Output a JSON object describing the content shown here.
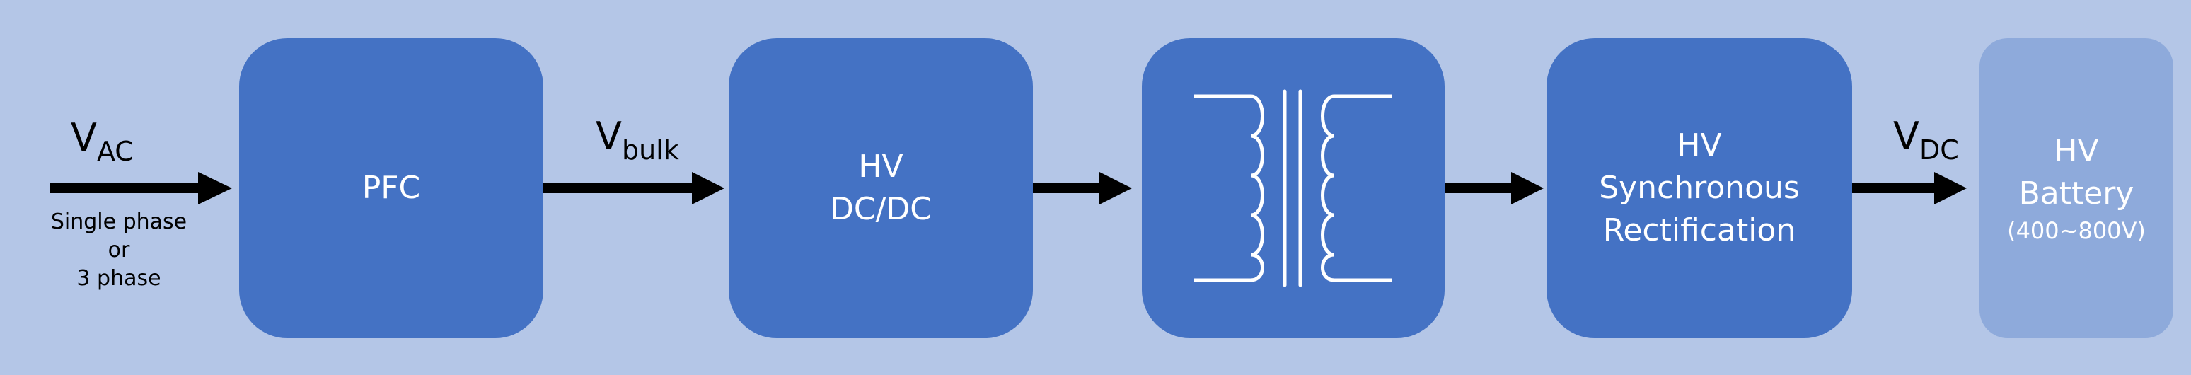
{
  "colors": {
    "background": "#b4c6e7",
    "block": "#4472c4",
    "battery": "#8eaadb",
    "arrow": "#000000",
    "text_on_block": "#ffffff"
  },
  "inputs": {
    "vac": {
      "main": "V",
      "sub": "AC"
    },
    "vac_caption": [
      "Single phase",
      "or",
      "3 phase"
    ],
    "vbulk": {
      "main": "V",
      "sub": "bulk"
    },
    "vdc": {
      "main": "V",
      "sub": "DC"
    }
  },
  "blocks": {
    "pfc": [
      "PFC"
    ],
    "hv_dcdc": [
      "HV",
      "DC/DC"
    ],
    "transformer": {
      "icon": "transformer-icon"
    },
    "sync_rect": [
      "HV",
      "Synchronous",
      "Rectification"
    ],
    "battery": {
      "lines": [
        "HV",
        "Battery"
      ],
      "range": "(400~800V)"
    }
  }
}
